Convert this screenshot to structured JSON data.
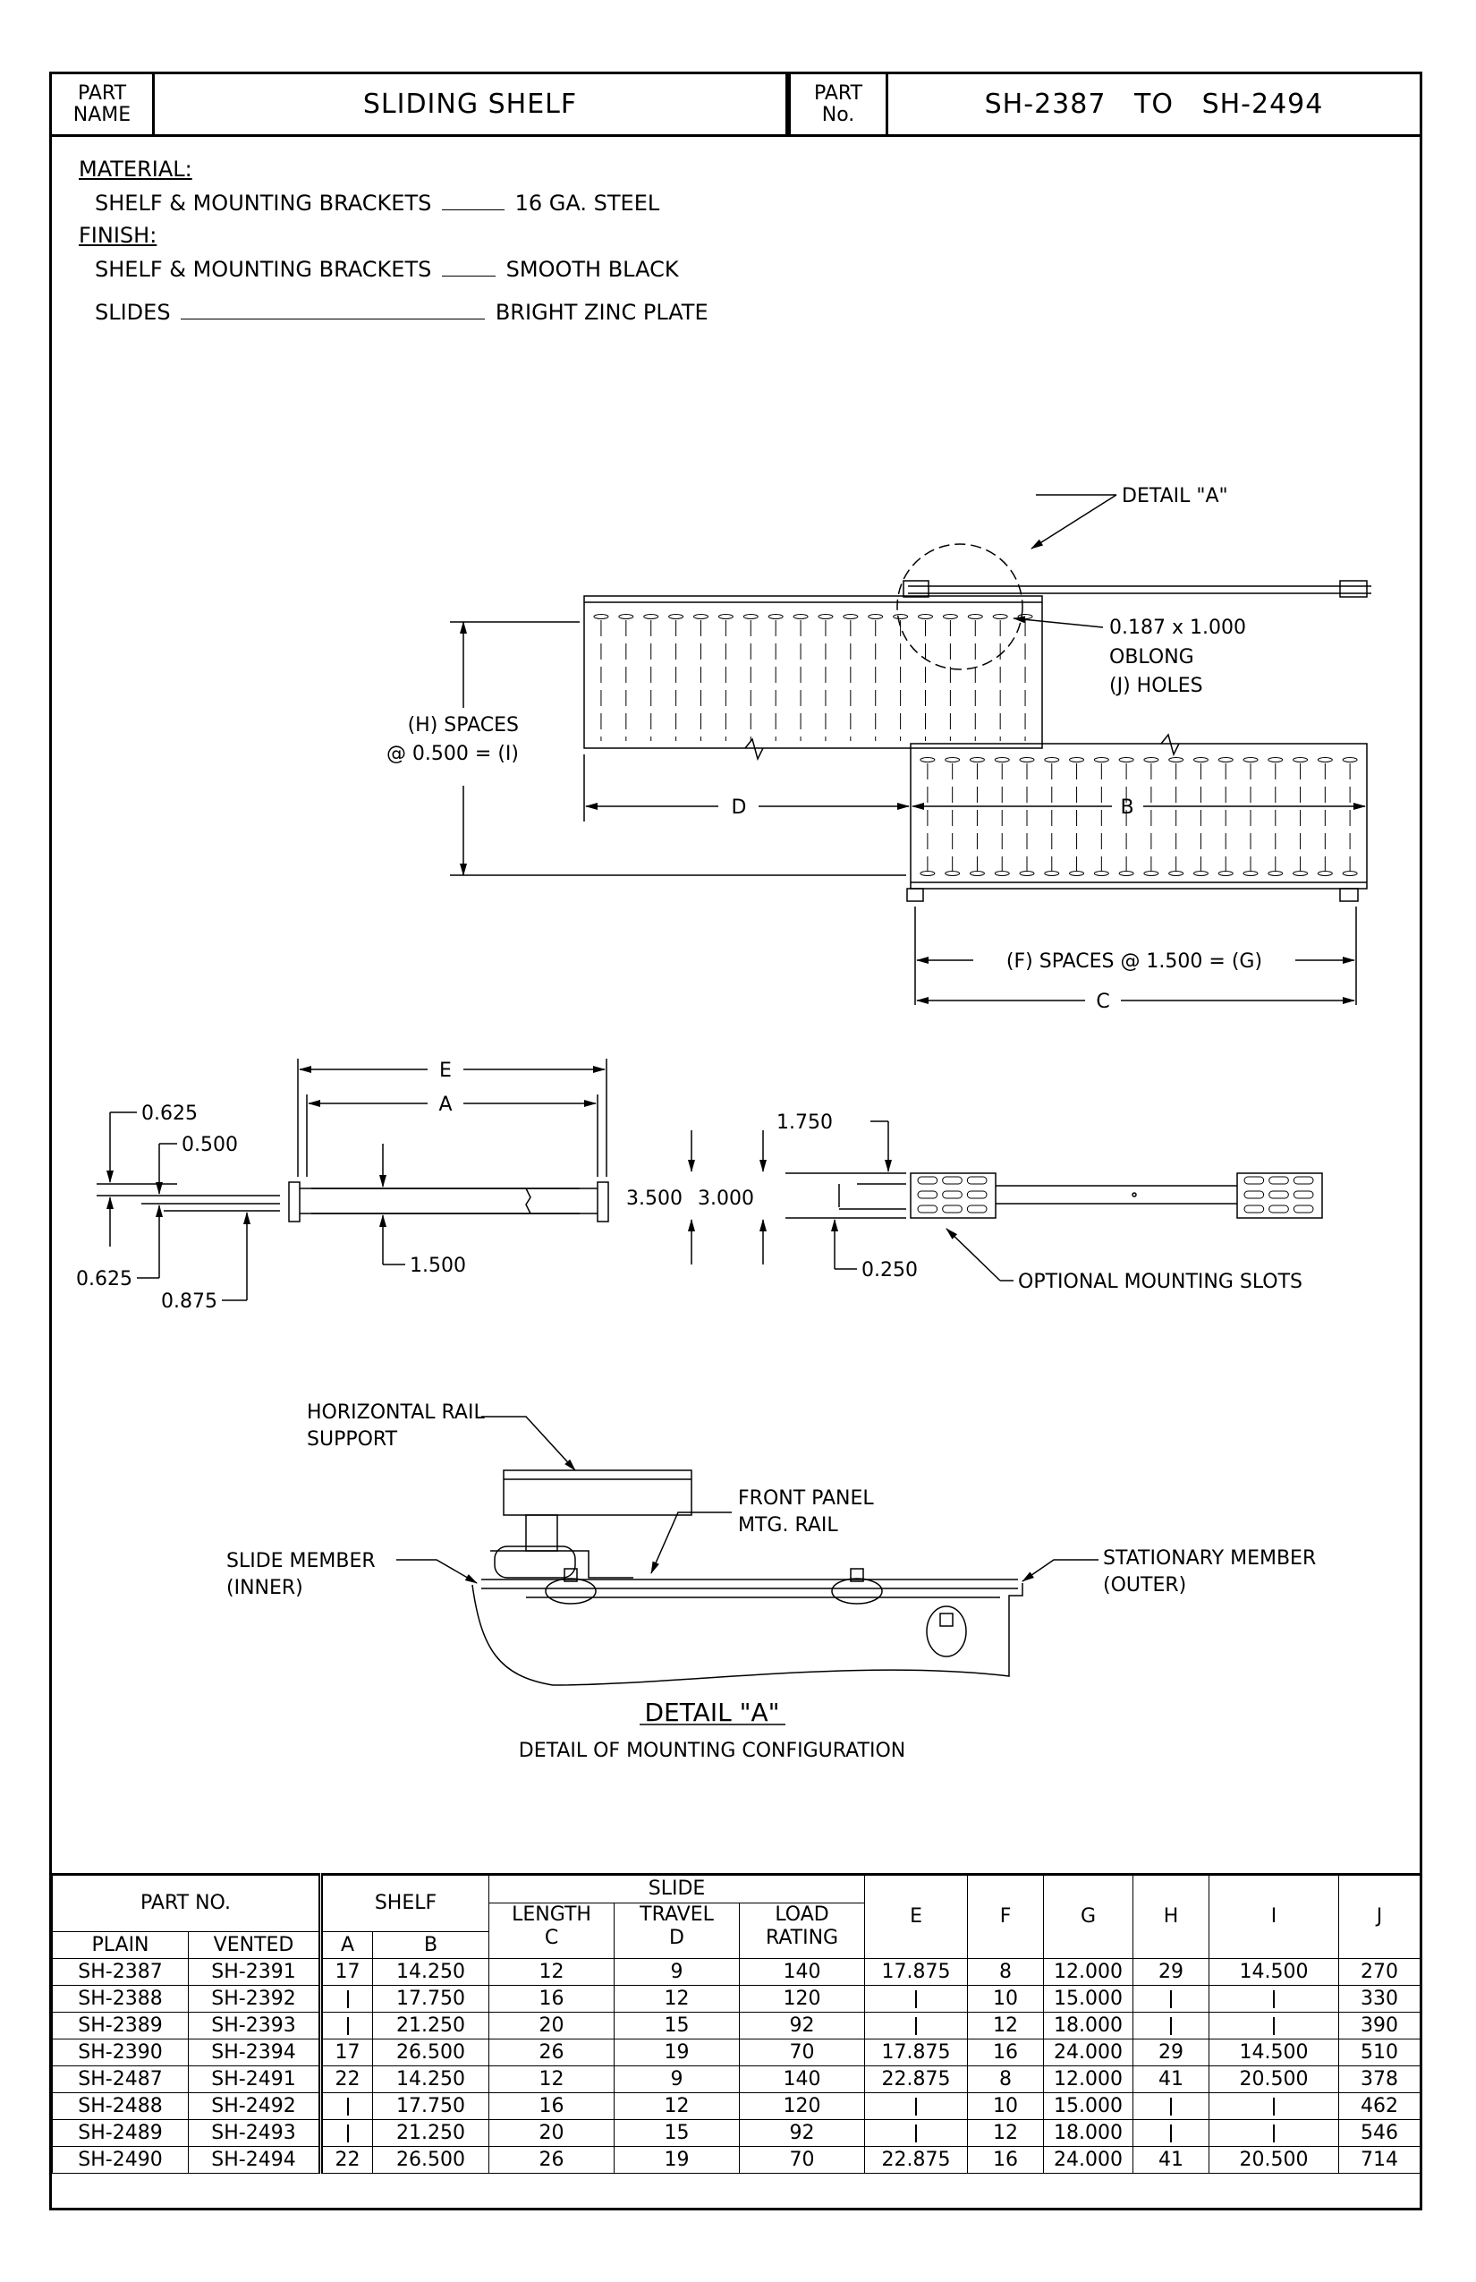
{
  "title_block": {
    "part_name_label": "PART NAME",
    "part_name": "SLIDING SHELF",
    "part_no_label": "PART No.",
    "part_no": "SH-2387   TO   SH-2494"
  },
  "notes": {
    "material_label": "MATERIAL:",
    "material_line": "SHELF & MOUNTING BRACKETS",
    "material_value": "16 GA. STEEL",
    "finish_label": "FINISH:",
    "finish_line1": "SHELF & MOUNTING BRACKETS",
    "finish_value1": "SMOOTH BLACK",
    "finish_line2": "SLIDES",
    "finish_value2": "BRIGHT ZINC PLATE"
  },
  "top_view": {
    "detail_callout": "DETAIL \"A\"",
    "hole_note_1": "0.187 x 1.000",
    "hole_note_2": "OBLONG",
    "hole_note_3": "(J) HOLES",
    "spaces_h_1": "(H) SPACES",
    "spaces_h_2": "@ 0.500 = (I)",
    "dim_d": "D",
    "dim_b": "B",
    "spaces_f": "(F) SPACES @ 1.500 = (G)",
    "dim_c": "C"
  },
  "side_view": {
    "dim_e": "E",
    "dim_a": "A",
    "d_0625_top": "0.625",
    "d_0500": "0.500",
    "d_0625_bot": "0.625",
    "d_0875": "0.875",
    "d_1500": "1.500"
  },
  "front_view": {
    "d_1750": "1.750",
    "d_3500": "3.500",
    "d_3000": "3.000",
    "d_0250": "0.250",
    "slots_note": "OPTIONAL MOUNTING SLOTS"
  },
  "detail_a": {
    "rail_support_1": "HORIZONTAL RAIL",
    "rail_support_2": "SUPPORT",
    "front_panel_1": "FRONT PANEL",
    "front_panel_2": "MTG. RAIL",
    "slide_member_1": "SLIDE MEMBER",
    "slide_member_2": "(INNER)",
    "stationary_1": "STATIONARY MEMBER",
    "stationary_2": "(OUTER)",
    "title": "DETAIL \"A\"",
    "subtitle": "DETAIL OF MOUNTING CONFIGURATION"
  },
  "table": {
    "h_part_no": "PART NO.",
    "h_shelf": "SHELF",
    "h_slide": "SLIDE",
    "h_length": "LENGTH",
    "h_travel": "TRAVEL",
    "h_load": "LOAD",
    "h_e": "E",
    "h_f": "F",
    "h_g": "G",
    "h_h": "H",
    "h_i": "I",
    "h_j": "J",
    "h_plain": "PLAIN",
    "h_vented": "VENTED",
    "h_a": "A",
    "h_b": "B",
    "h_c": "C",
    "h_d": "D",
    "h_rating": "RATING",
    "rows": [
      {
        "plain": "SH-2387",
        "vented": "SH-2391",
        "a": "17",
        "b": "14.250",
        "c": "12",
        "d": "9",
        "load": "140",
        "e": "17.875",
        "f": "8",
        "g": "12.000",
        "h": "29",
        "i": "14.500",
        "j": "270"
      },
      {
        "plain": "SH-2388",
        "vented": "SH-2392",
        "a": "",
        "b": "17.750",
        "c": "16",
        "d": "12",
        "load": "120",
        "e": "",
        "f": "10",
        "g": "15.000",
        "h": "",
        "i": "",
        "j": "330"
      },
      {
        "plain": "SH-2389",
        "vented": "SH-2393",
        "a": "",
        "b": "21.250",
        "c": "20",
        "d": "15",
        "load": "92",
        "e": "",
        "f": "12",
        "g": "18.000",
        "h": "",
        "i": "",
        "j": "390"
      },
      {
        "plain": "SH-2390",
        "vented": "SH-2394",
        "a": "17",
        "b": "26.500",
        "c": "26",
        "d": "19",
        "load": "70",
        "e": "17.875",
        "f": "16",
        "g": "24.000",
        "h": "29",
        "i": "14.500",
        "j": "510"
      },
      {
        "plain": "SH-2487",
        "vented": "SH-2491",
        "a": "22",
        "b": "14.250",
        "c": "12",
        "d": "9",
        "load": "140",
        "e": "22.875",
        "f": "8",
        "g": "12.000",
        "h": "41",
        "i": "20.500",
        "j": "378"
      },
      {
        "plain": "SH-2488",
        "vented": "SH-2492",
        "a": "",
        "b": "17.750",
        "c": "16",
        "d": "12",
        "load": "120",
        "e": "",
        "f": "10",
        "g": "15.000",
        "h": "",
        "i": "",
        "j": "462"
      },
      {
        "plain": "SH-2489",
        "vented": "SH-2493",
        "a": "",
        "b": "21.250",
        "c": "20",
        "d": "15",
        "load": "92",
        "e": "",
        "f": "12",
        "g": "18.000",
        "h": "",
        "i": "",
        "j": "546"
      },
      {
        "plain": "SH-2490",
        "vented": "SH-2494",
        "a": "22",
        "b": "26.500",
        "c": "26",
        "d": "19",
        "load": "70",
        "e": "22.875",
        "f": "16",
        "g": "24.000",
        "h": "41",
        "i": "20.500",
        "j": "714"
      }
    ]
  }
}
